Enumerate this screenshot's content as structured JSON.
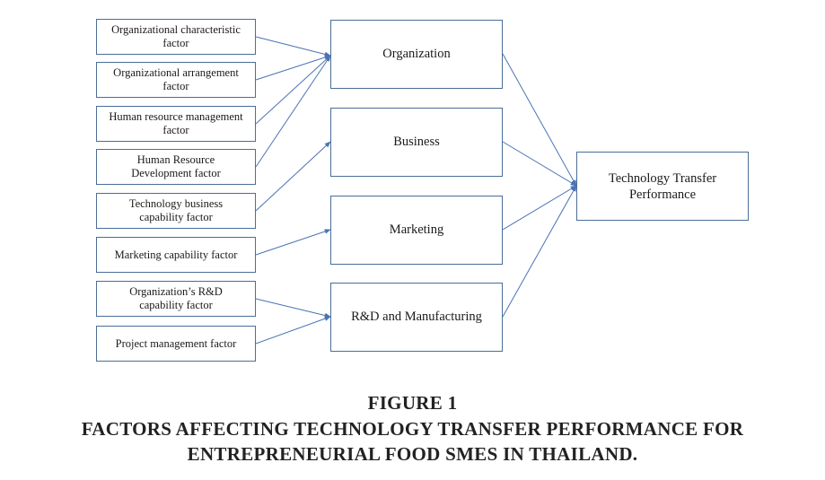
{
  "factors": [
    {
      "id": "f1",
      "lines": [
        "Organizational characteristic",
        "factor"
      ],
      "target": "organization"
    },
    {
      "id": "f2",
      "lines": [
        "Organizational arrangement",
        "factor"
      ],
      "target": "organization"
    },
    {
      "id": "f3",
      "lines": [
        "Human resource management",
        "factor"
      ],
      "target": "organization"
    },
    {
      "id": "f4",
      "lines": [
        "Human Resource",
        "Development factor"
      ],
      "target": "organization"
    },
    {
      "id": "f5",
      "lines": [
        "Technology business",
        "capability factor"
      ],
      "target": "business"
    },
    {
      "id": "f6",
      "lines": [
        "Marketing capability factor"
      ],
      "target": "marketing"
    },
    {
      "id": "f7",
      "lines": [
        "Organization’s R&D",
        "capability factor"
      ],
      "target": "rnd"
    },
    {
      "id": "f8",
      "lines": [
        "Project management factor"
      ],
      "target": "rnd"
    }
  ],
  "dimensions": [
    {
      "id": "organization",
      "label": "Organization"
    },
    {
      "id": "business",
      "label": "Business"
    },
    {
      "id": "marketing",
      "label": "Marketing"
    },
    {
      "id": "rnd",
      "label": "R&D and Manufacturing"
    }
  ],
  "outcome": {
    "id": "outcome",
    "lines": [
      "Technology Transfer",
      "Performance"
    ]
  },
  "caption": {
    "figure": "FIGURE 1",
    "title_line1": "FACTORS AFFECTING TECHNOLOGY TRANSFER PERFORMANCE FOR",
    "title_line2": "ENTREPRENEURIAL FOOD SMES IN THAILAND."
  },
  "colors": {
    "border": "#4a6e97",
    "arrow": "#4a73b5",
    "text": "#1a1a1a"
  }
}
